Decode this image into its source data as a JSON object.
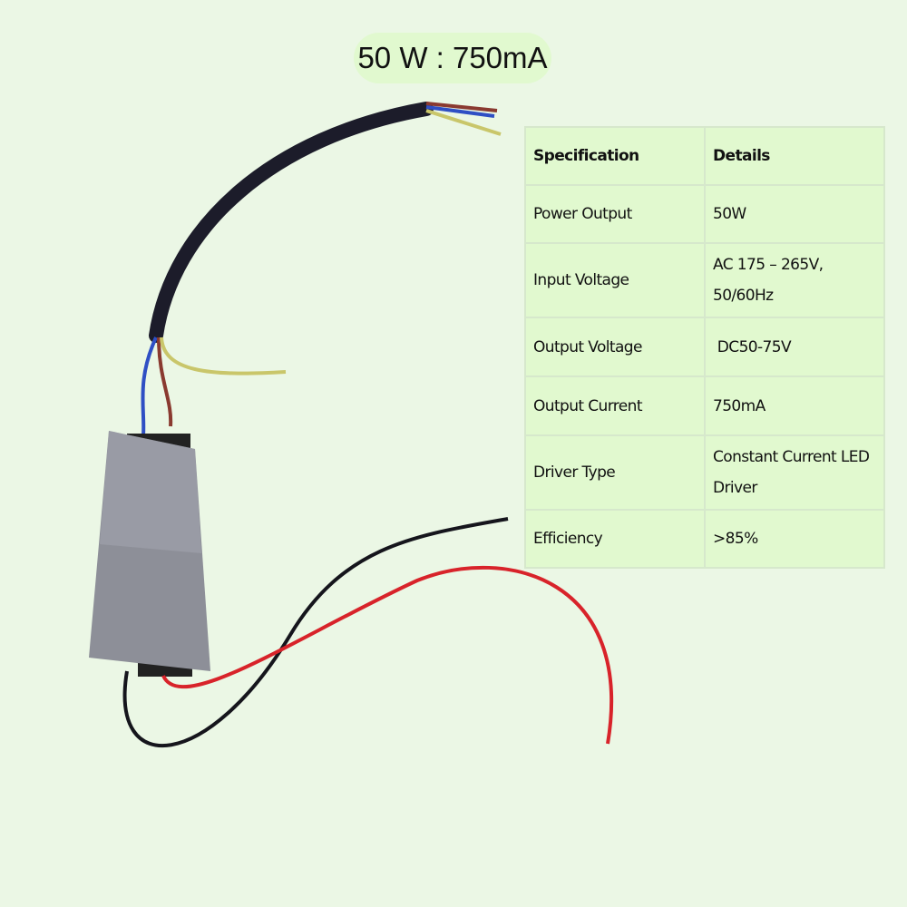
{
  "title": "50 W : 750mA",
  "product": {
    "image": "led-driver-photo",
    "wire_colors": {
      "cable": "#1c1c2a",
      "red": "#d8232a",
      "black": "#15151c",
      "blue": "#2f4fc4",
      "brown": "#8a3a30",
      "yellow_green": "#c9c66a"
    },
    "housing_color": "#8d8f98"
  },
  "spec_table": {
    "headers": [
      "Specification",
      "Details"
    ],
    "rows": [
      [
        "Power Output",
        "50W"
      ],
      [
        "Input Voltage",
        "AC 175 – 265V, 50/60Hz"
      ],
      [
        "Output Voltage",
        " DC50-75V"
      ],
      [
        "Output Current",
        "750mA"
      ],
      [
        "Driver Type",
        "Constant Current LED Driver"
      ],
      [
        "Efficiency",
        ">85%"
      ]
    ]
  },
  "colors": {
    "background": "#ebf7e5",
    "cell": "#e1f9cf",
    "border": "#d6e8cc"
  }
}
